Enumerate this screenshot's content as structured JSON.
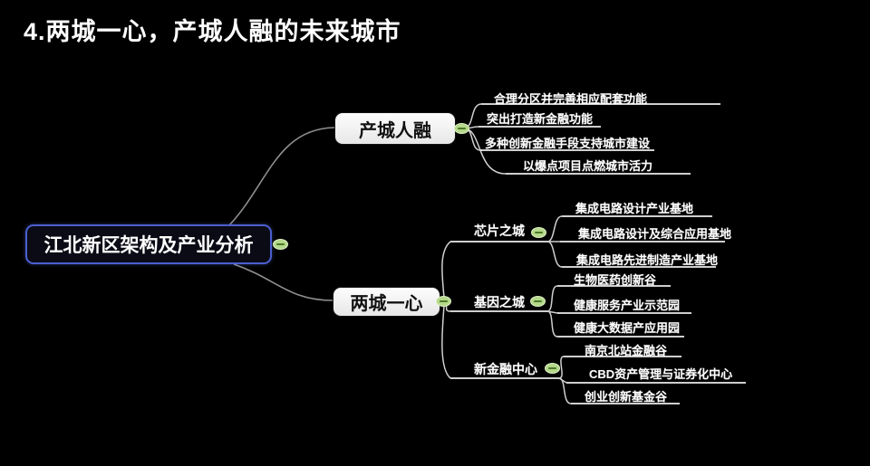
{
  "title": "4.两城一心，产城人融的未来城市",
  "mindmap": {
    "root": {
      "label": "江北新区架构及产业分析"
    },
    "branches": [
      {
        "label": "产城人融",
        "children": [
          "合理分区并完善相应配套功能",
          "突出打造新金融功能",
          "多种创新金融手段支持城市建设",
          "以爆点项目点燃城市活力"
        ]
      },
      {
        "label": "两城一心",
        "children": [
          {
            "label": "芯片之城",
            "children": [
              "集成电路设计产业基地",
              "集成电路设计及综合应用基地",
              "集成电路先进制造产业基地"
            ]
          },
          {
            "label": "基因之城",
            "children": [
              "生物医药创新谷",
              "健康服务产业示范园",
              "健康大数据产应用园"
            ]
          },
          {
            "label": "新金融中心",
            "children": [
              "南京北站金融谷",
              "CBD资产管理与证券化中心",
              "创业创新基金谷"
            ]
          }
        ]
      }
    ],
    "toggle_icon": "minus-icon"
  },
  "colors": {
    "background": "#000000",
    "root_border": "#4a5fd0",
    "root_fill": "#0b0b16",
    "branch_box_fill": "#f2f2f2",
    "branch_box_border": "#141414",
    "toggle_fill": "#b4d98a",
    "toggle_minus": "#4d7a28",
    "branch_line": "#e2e2e2",
    "trunk_line": "#8f8f8f",
    "text_light": "#ffffff",
    "text_dark": "#111111"
  }
}
